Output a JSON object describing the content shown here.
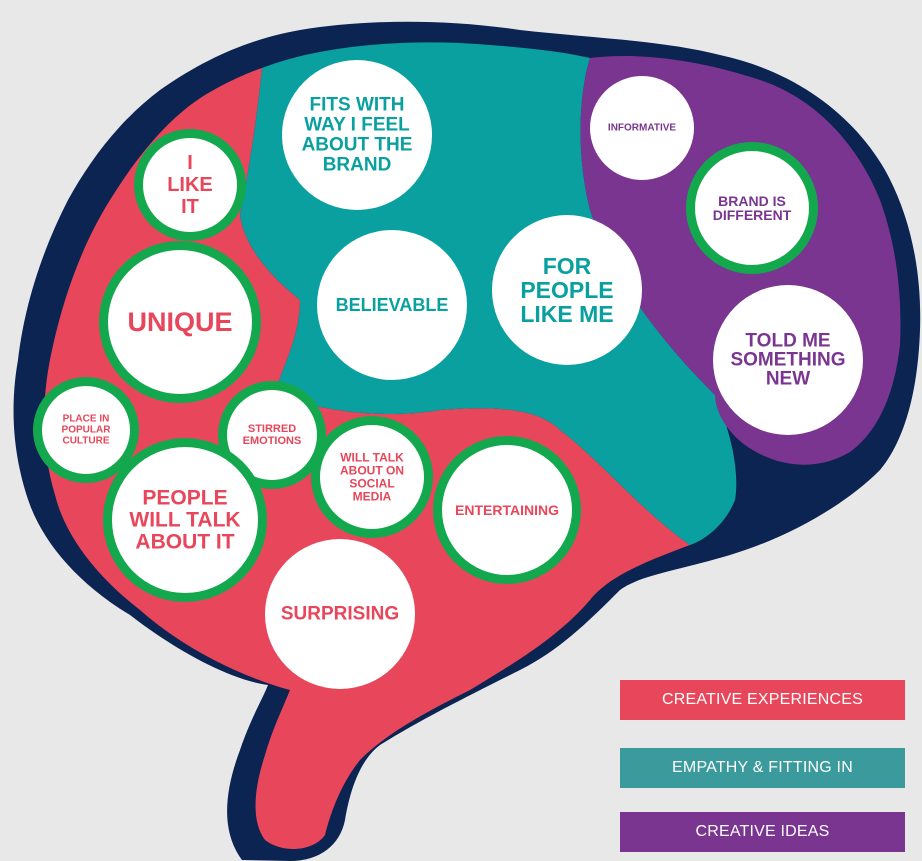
{
  "colors": {
    "background": "#e8e8e8",
    "outline": "#0c2452",
    "creative_experiences": "#e8465a",
    "empathy_fitting_in": "#0aa0a0",
    "creative_ideas": "#7a3590",
    "highlight_ring": "#13a84d",
    "bubble_fill": "#ffffff"
  },
  "bubbles": [
    {
      "id": "i-like-it",
      "lines": [
        "I",
        "LIKE",
        "IT"
      ],
      "group": "creative_experiences",
      "ring": true
    },
    {
      "id": "unique",
      "lines": [
        "UNIQUE"
      ],
      "group": "creative_experiences",
      "ring": true
    },
    {
      "id": "place-in-popular-culture",
      "lines": [
        "PLACE IN",
        "POPULAR",
        "CULTURE"
      ],
      "group": "creative_experiences",
      "ring": true
    },
    {
      "id": "stirred-emotions",
      "lines": [
        "STIRRED",
        "EMOTIONS"
      ],
      "group": "creative_experiences",
      "ring": true
    },
    {
      "id": "people-will-talk-about-it",
      "lines": [
        "PEOPLE",
        "WILL TALK",
        "ABOUT IT"
      ],
      "group": "creative_experiences",
      "ring": true
    },
    {
      "id": "will-talk-about-on-social-media",
      "lines": [
        "WILL TALK",
        "ABOUT ON",
        "SOCIAL",
        "MEDIA"
      ],
      "group": "creative_experiences",
      "ring": true
    },
    {
      "id": "entertaining",
      "lines": [
        "ENTERTAINING"
      ],
      "group": "creative_experiences",
      "ring": true
    },
    {
      "id": "surprising",
      "lines": [
        "SURPRISING"
      ],
      "group": "creative_experiences",
      "ring": false
    },
    {
      "id": "fits-with-way-i-feel",
      "lines": [
        "FITS WITH",
        "WAY I FEEL",
        "ABOUT THE",
        "BRAND"
      ],
      "group": "empathy_fitting_in",
      "ring": false
    },
    {
      "id": "believable",
      "lines": [
        "BELIEVABLE"
      ],
      "group": "empathy_fitting_in",
      "ring": false
    },
    {
      "id": "for-people-like-me",
      "lines": [
        "FOR",
        "PEOPLE",
        "LIKE ME"
      ],
      "group": "empathy_fitting_in",
      "ring": false
    },
    {
      "id": "informative",
      "lines": [
        "INFORMATIVE"
      ],
      "group": "creative_ideas",
      "ring": false
    },
    {
      "id": "brand-is-different",
      "lines": [
        "BRAND IS",
        "DIFFERENT"
      ],
      "group": "creative_ideas",
      "ring": true
    },
    {
      "id": "told-me-something-new",
      "lines": [
        "TOLD ME",
        "SOMETHING",
        "NEW"
      ],
      "group": "creative_ideas",
      "ring": false
    }
  ],
  "legend": {
    "creative_experiences": "CREATIVE EXPERIENCES",
    "empathy_fitting_in": "EMPATHY & FITTING IN",
    "creative_ideas": "CREATIVE IDEAS"
  }
}
